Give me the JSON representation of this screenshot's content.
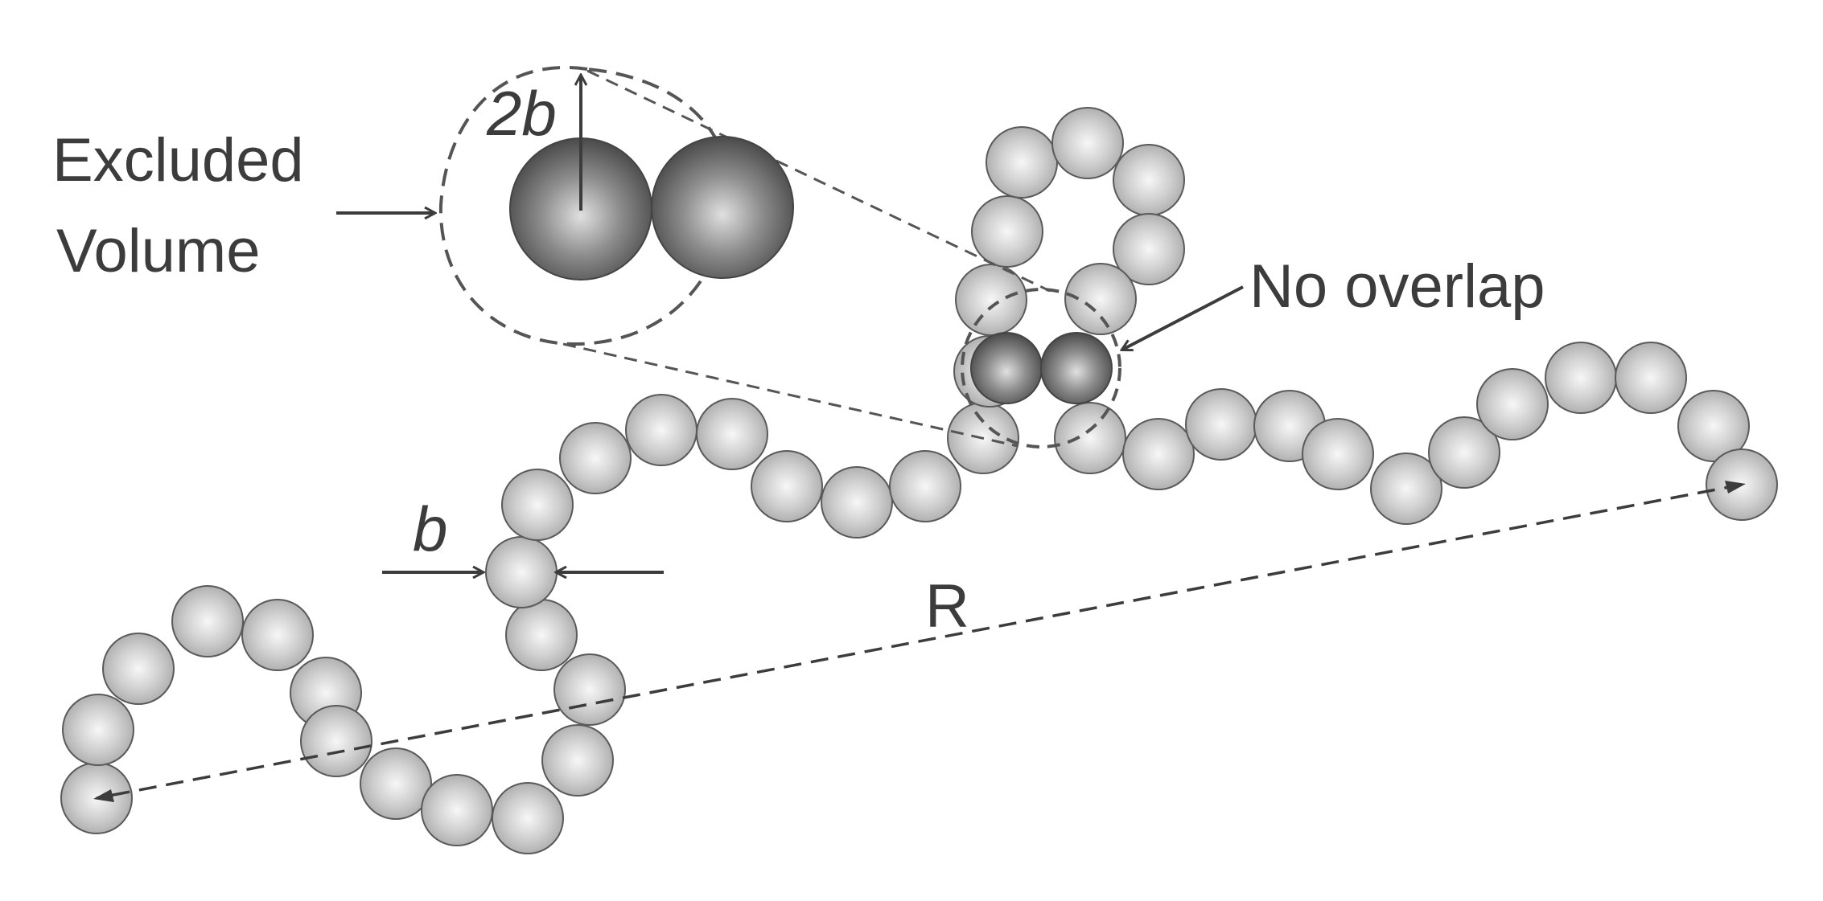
{
  "labels": {
    "excluded_line1": "Excluded",
    "excluded_line2": "Volume",
    "two_b": "2b",
    "no_overlap": "No overlap",
    "b": "b",
    "R": "R"
  },
  "colors": {
    "bead_light": "#f2f2f2",
    "bead_mid": "#b4b4b4",
    "bead_dark_center": "#d8d8d8",
    "bead_dark_edge": "#4a4a4a",
    "outline": "#555555",
    "line": "#3c3c3c"
  },
  "chain_bead_count": 45,
  "highlighted_bead_count": 2,
  "zoomed_bead_count": 2
}
